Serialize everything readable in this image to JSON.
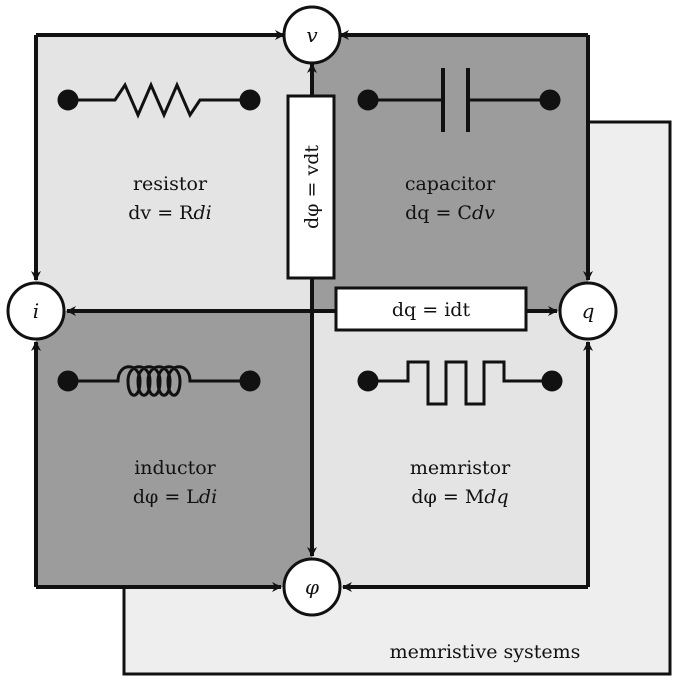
{
  "colors": {
    "light_panel": "#e4e4e4",
    "dark_panel": "#9c9c9c",
    "back_panel": "#eeeeee",
    "ink": "#111111"
  },
  "nodes": {
    "v": "v",
    "i": "i",
    "q": "q",
    "phi": "φ"
  },
  "quadrants": {
    "resistor": {
      "name": "resistor",
      "eq_pre": "dv = R",
      "eq_post": "di"
    },
    "capacitor": {
      "name": "capacitor",
      "eq_pre": "dq = C",
      "eq_post": "dv"
    },
    "inductor": {
      "name": "inductor",
      "eq_pre": "dφ = L",
      "eq_post": "di"
    },
    "memristor": {
      "name": "memristor",
      "eq_pre": "dφ = M",
      "eq_post": "dq"
    }
  },
  "boxes": {
    "flux_relation": "dφ = vdt",
    "charge_relation": "dq = idt"
  },
  "back_panel_label": "memristive systems",
  "icons": [
    "resistor-symbol",
    "capacitor-symbol",
    "inductor-symbol",
    "memristor-symbol"
  ]
}
